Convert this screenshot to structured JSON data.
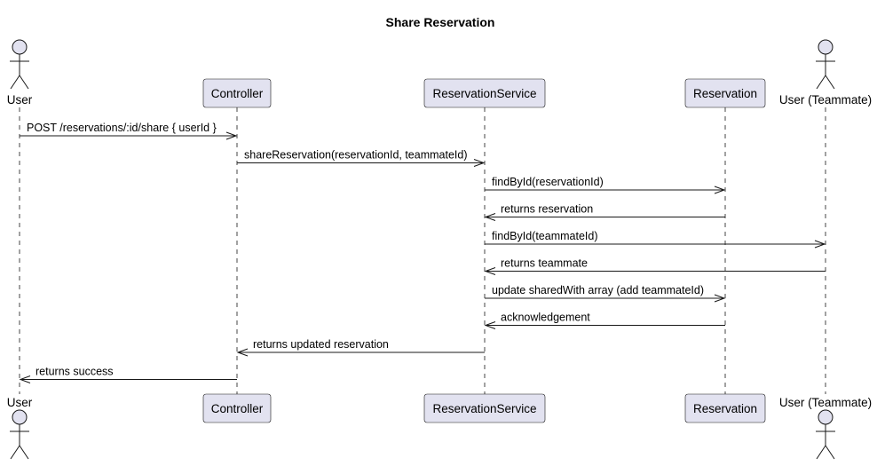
{
  "title": "Share Reservation",
  "colors": {
    "participant_fill": "#e2e2f0",
    "participant_stroke": "#181818",
    "lifeline": "#181818",
    "arrow": "#181818"
  },
  "participants": [
    {
      "id": "user",
      "kind": "actor",
      "label": "User"
    },
    {
      "id": "controller",
      "kind": "box",
      "label": "Controller"
    },
    {
      "id": "service",
      "kind": "box",
      "label": "ReservationService"
    },
    {
      "id": "reservation",
      "kind": "box",
      "label": "Reservation"
    },
    {
      "id": "teammate",
      "kind": "actor",
      "label": "User (Teammate)"
    }
  ],
  "messages": [
    {
      "from": "user",
      "to": "controller",
      "label": "POST /reservations/:id/share { userId }"
    },
    {
      "from": "controller",
      "to": "service",
      "label": "shareReservation(reservationId, teammateId)"
    },
    {
      "from": "service",
      "to": "reservation",
      "label": "findById(reservationId)"
    },
    {
      "from": "reservation",
      "to": "service",
      "label": "returns reservation"
    },
    {
      "from": "service",
      "to": "teammate",
      "label": "findById(teammateId)"
    },
    {
      "from": "teammate",
      "to": "service",
      "label": "returns teammate"
    },
    {
      "from": "service",
      "to": "reservation",
      "label": "update sharedWith array (add teammateId)"
    },
    {
      "from": "reservation",
      "to": "service",
      "label": "acknowledgement"
    },
    {
      "from": "service",
      "to": "controller",
      "label": "returns updated reservation"
    },
    {
      "from": "controller",
      "to": "user",
      "label": "returns success"
    }
  ]
}
